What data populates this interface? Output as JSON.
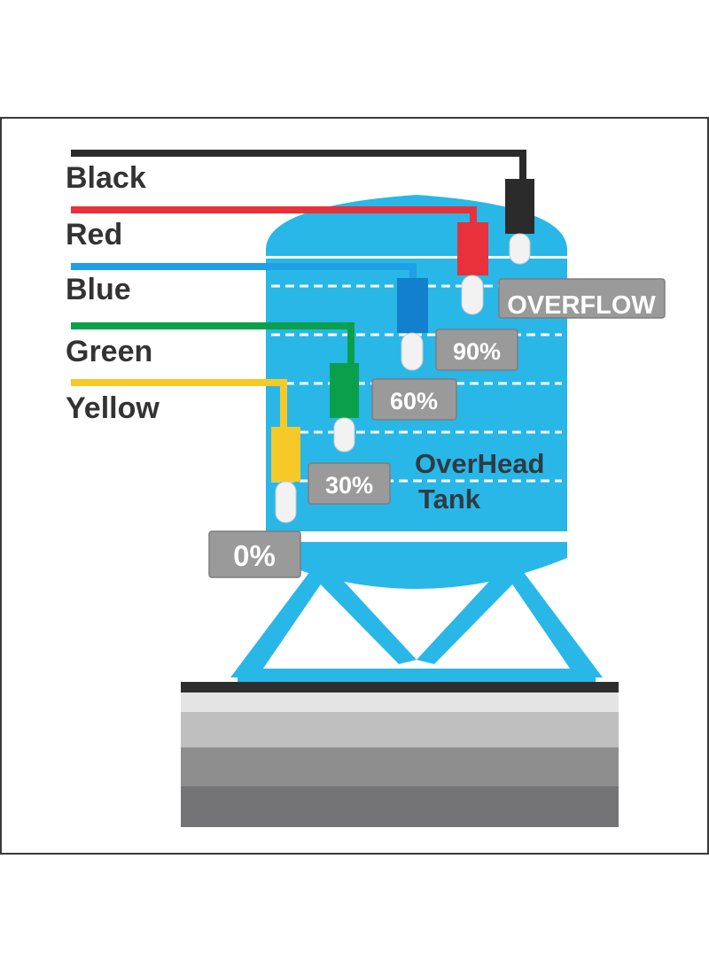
{
  "wires": [
    {
      "label": "Black",
      "color": "#2b2b2b"
    },
    {
      "label": "Red",
      "color": "#e8313a"
    },
    {
      "label": "Blue",
      "color": "#1ea0e6"
    },
    {
      "label": "Green",
      "color": "#0aa04a"
    },
    {
      "label": "Yellow",
      "color": "#f7c928"
    }
  ],
  "levels": [
    {
      "label": "OVERFLOW",
      "sensor_color": "#2b2b2b"
    },
    {
      "label": "90%",
      "sensor_color": "#e8313a"
    },
    {
      "label": "60%",
      "sensor_color": "#1280cc"
    },
    {
      "label": "30%",
      "sensor_color": "#0aa04a"
    },
    {
      "label": "0%",
      "sensor_color": "#f7c928"
    }
  ],
  "tank": {
    "label_line1": "OverHead",
    "label_line2": "Tank",
    "color": "#29b7e8",
    "label_color": "#2f3a42"
  },
  "colors": {
    "label_box": "#9a9a9a",
    "label_text": "#ffffff",
    "wire_label_text": "#333333",
    "frame": "#3a3a3a"
  }
}
